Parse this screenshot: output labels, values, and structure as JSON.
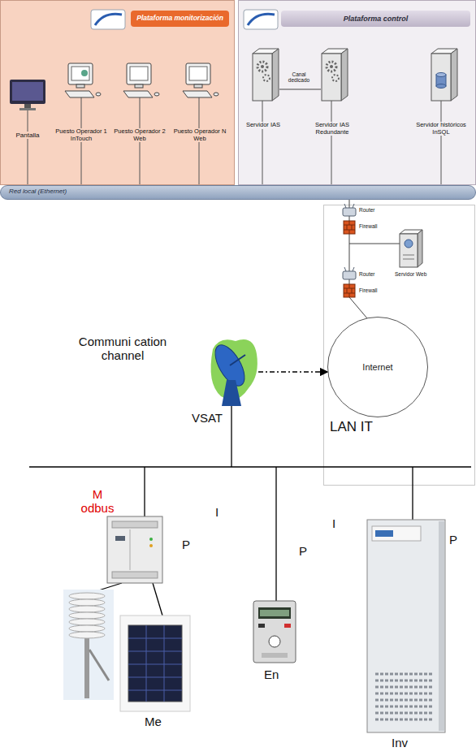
{
  "diagram": {
    "nodes": [
      {
        "text": [
          "Plataforma monitorización"
        ]
      },
      {
        "text": [
          "Plataforma control"
        ]
      },
      {
        "text": [
          "Red local (Ethernet)"
        ]
      },
      {
        "text": [
          "Internet"
        ]
      },
      {
        "text": [
          "Communi cation channel",
          "VSAT"
        ]
      }
    ],
    "edges": [
      {
        "from": 4,
        "to": 3,
        "arrow": "to"
      }
    ],
    "labels": [
      "Pantalla",
      "Puesto Operador 1 InTouch",
      "Puesto Operador 2 Web",
      "Puesto Operador N Web",
      "Servidor IAS",
      "Canal dedicado",
      "Servidor IAS Redundante",
      "Servidor históricos InSQL",
      "Router",
      "Firewall",
      "Servidor Web",
      "Router",
      "Firewall",
      "LAN IT",
      "M odbus",
      "I",
      "P",
      "I",
      "P",
      "P",
      "Me",
      "En",
      "Inv"
    ]
  }
}
